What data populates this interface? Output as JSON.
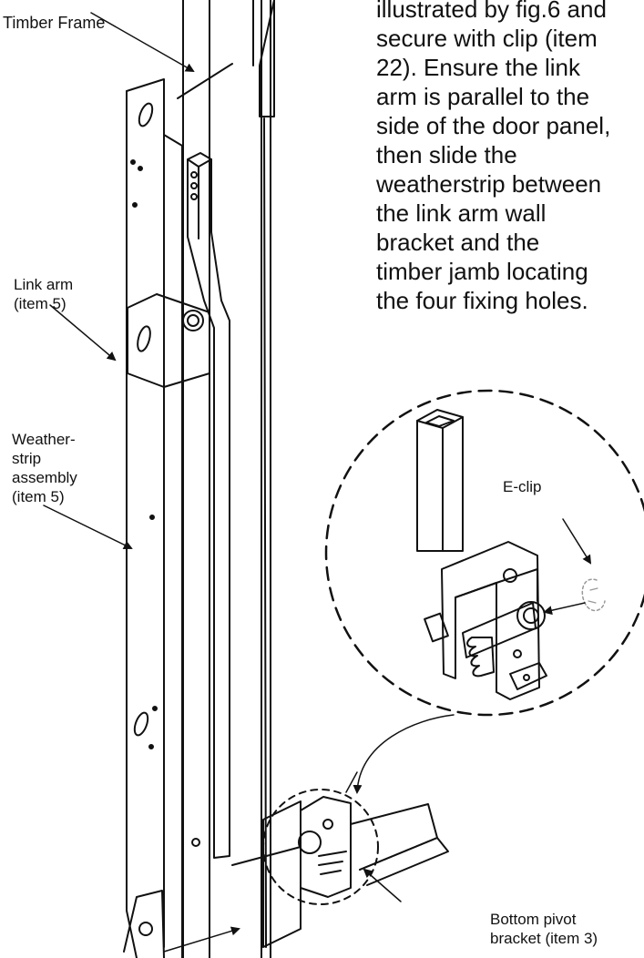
{
  "labels": {
    "timber_frame": "Timber Frame",
    "link_arm": [
      "Link arm",
      "(item 5)"
    ],
    "weatherstrip": [
      "Weather-",
      "strip",
      "assembly",
      "(item 5)"
    ],
    "e_clip": "E-clip",
    "bottom_pivot": [
      "Bottom pivot",
      "bracket (item 3)"
    ]
  },
  "instruction": [
    "illustrated by fig.6 and",
    "secure with clip (item",
    "22). Ensure the link",
    "arm is parallel to the",
    "side of the door panel,",
    "then slide the",
    "weatherstrip between",
    "the link arm wall",
    "bracket and the",
    "timber jamb locating",
    "the four fixing holes."
  ],
  "colors": {
    "ink": "#111111",
    "paper": "#ffffff"
  }
}
